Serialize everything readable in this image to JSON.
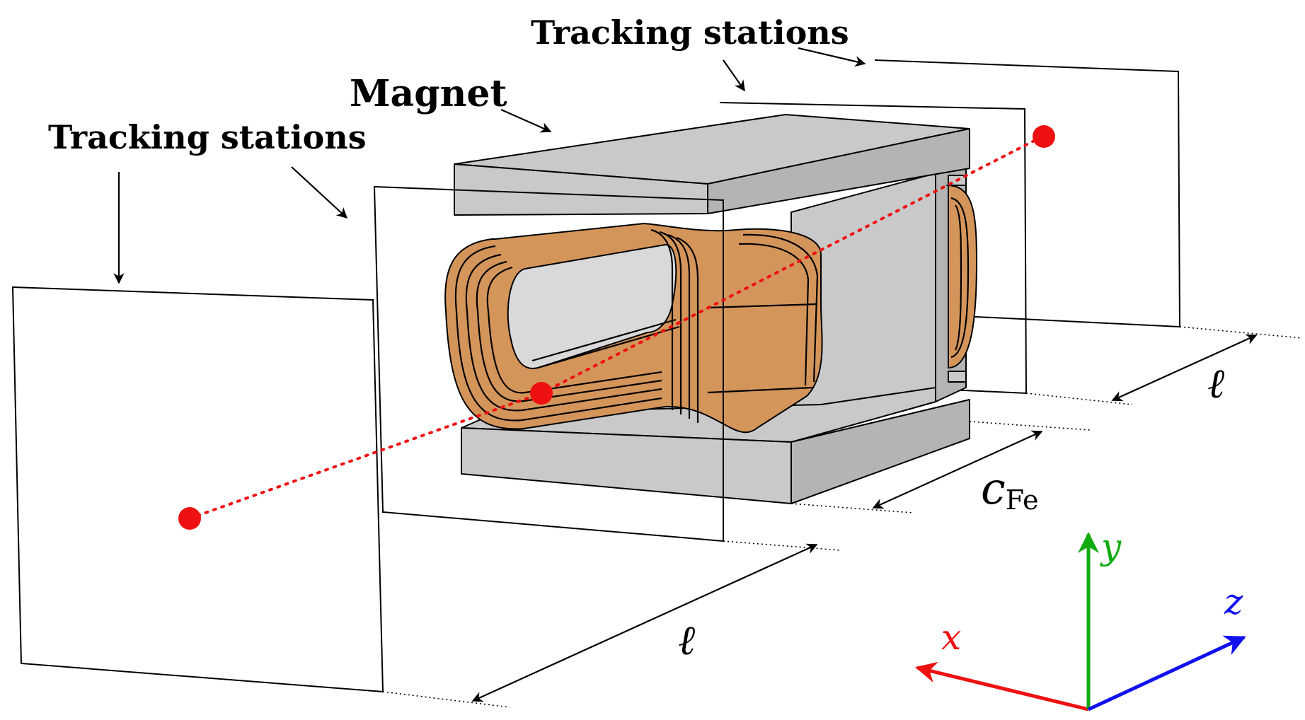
{
  "labels": {
    "tracking_stations_left": "Tracking stations",
    "tracking_stations_right": "Tracking stations",
    "magnet": "Magnet",
    "ell_front": "ℓ",
    "ell_back": "ℓ",
    "c_fe_main": "c",
    "c_fe_sub": "Fe"
  },
  "axes": {
    "x_label": "x",
    "y_label": "y",
    "z_label": "z",
    "x_color": "#ee1111",
    "y_color": "#11aa11",
    "z_color": "#1111ee"
  },
  "colors": {
    "iron": "#c9c9c9",
    "coil": "#d4955a",
    "track": "#ee1111"
  }
}
